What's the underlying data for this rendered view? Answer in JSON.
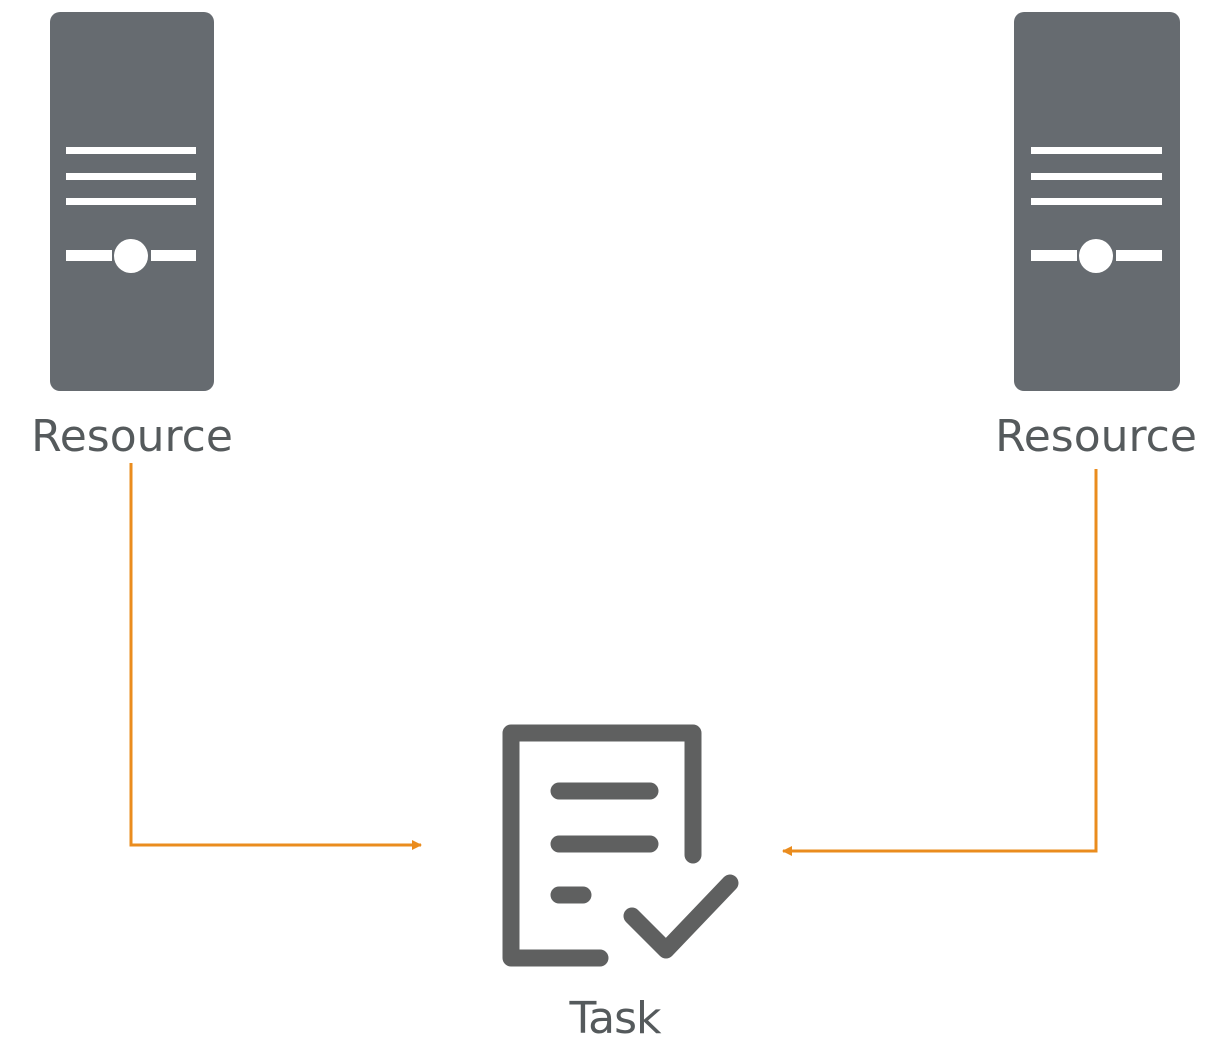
{
  "colors": {
    "server_body": "#666b70",
    "server_detail": "#ffffff",
    "task_icon": "#5f6060",
    "connector": "#ea8c1e",
    "label_text": "#555a5c"
  },
  "nodes": {
    "resource_left": {
      "label": "Resource",
      "icon": "server-icon"
    },
    "resource_right": {
      "label": "Resource",
      "icon": "server-icon"
    },
    "task": {
      "label": "Task",
      "icon": "task-checklist-icon"
    }
  },
  "edges": [
    {
      "from": "resource_left",
      "to": "task"
    },
    {
      "from": "resource_right",
      "to": "task"
    }
  ]
}
